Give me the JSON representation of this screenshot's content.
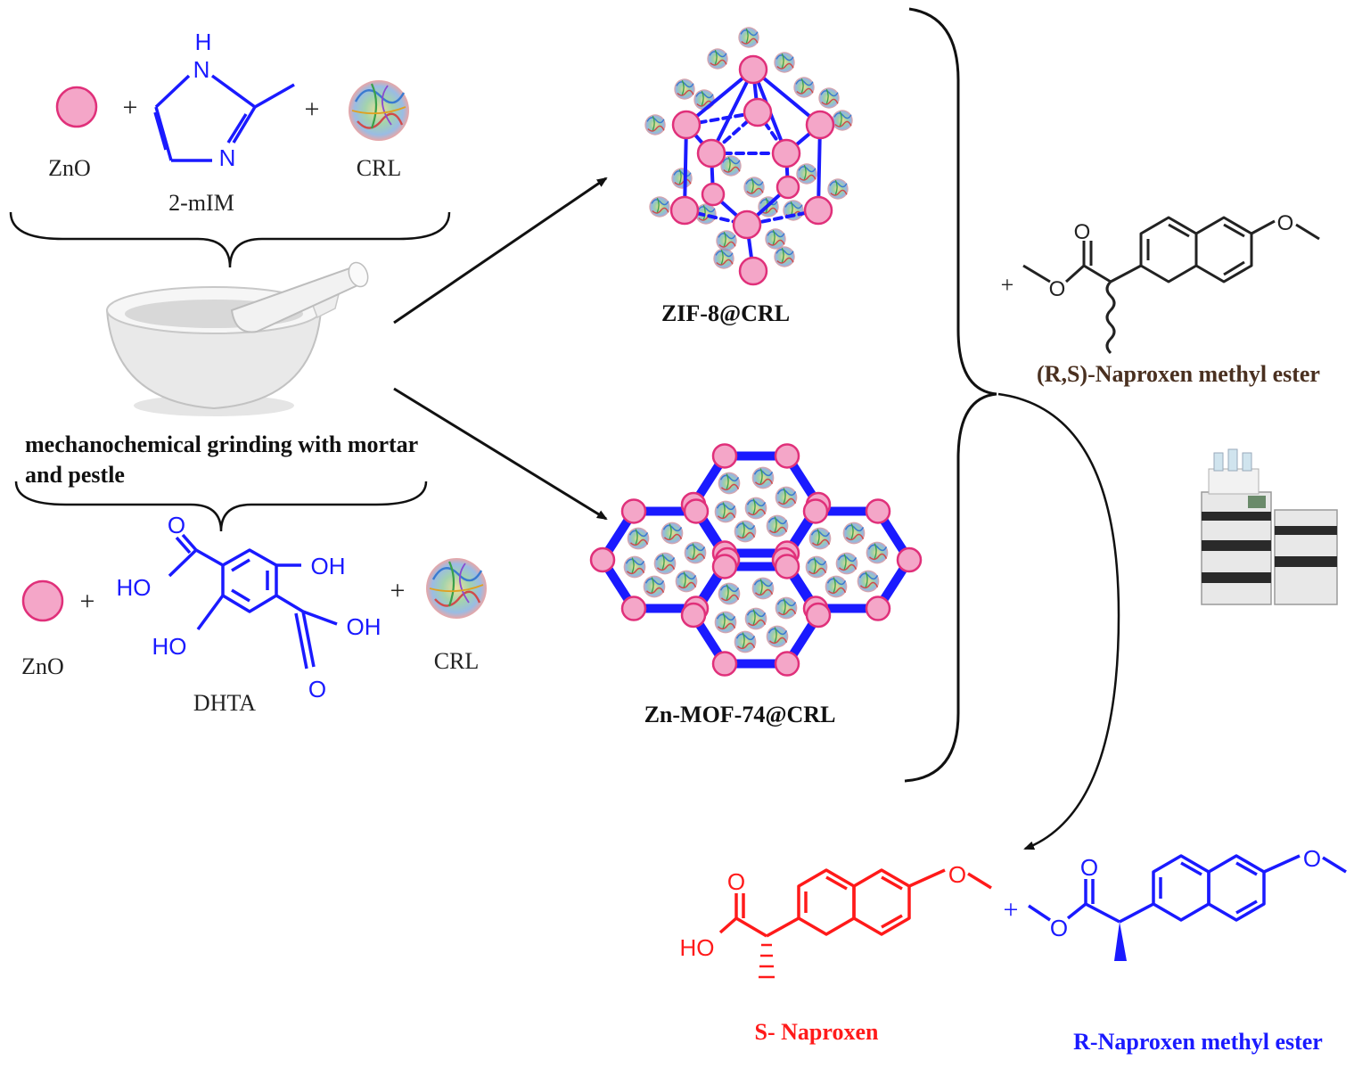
{
  "labels": {
    "zno_top": "ZnO",
    "mim": "2-mIM",
    "crl_top": "CRL",
    "plus": "+",
    "mortar_line1": "mechanochemical grinding with mortar",
    "mortar_line2": "and pestle",
    "zno_bottom": "ZnO",
    "dhta": "DHTA",
    "crl_bottom": "CRL",
    "zif8": "ZIF-8@CRL",
    "mof74": "Zn-MOF-74@CRL",
    "racemic": "(R,S)-Naproxen methyl ester",
    "s_naproxen": "S- Naproxen",
    "r_ester": "R-Naproxen methyl ester"
  },
  "atoms": {
    "H": "H",
    "N": "N",
    "O": "O",
    "OH": "OH",
    "HO": "HO"
  },
  "colors": {
    "blue": "#1a1aff",
    "red": "#ff1a1a",
    "node_fill": "#f4a6c8",
    "node_stroke": "#e0307a",
    "black": "#111111",
    "brown": "#4a3020"
  }
}
